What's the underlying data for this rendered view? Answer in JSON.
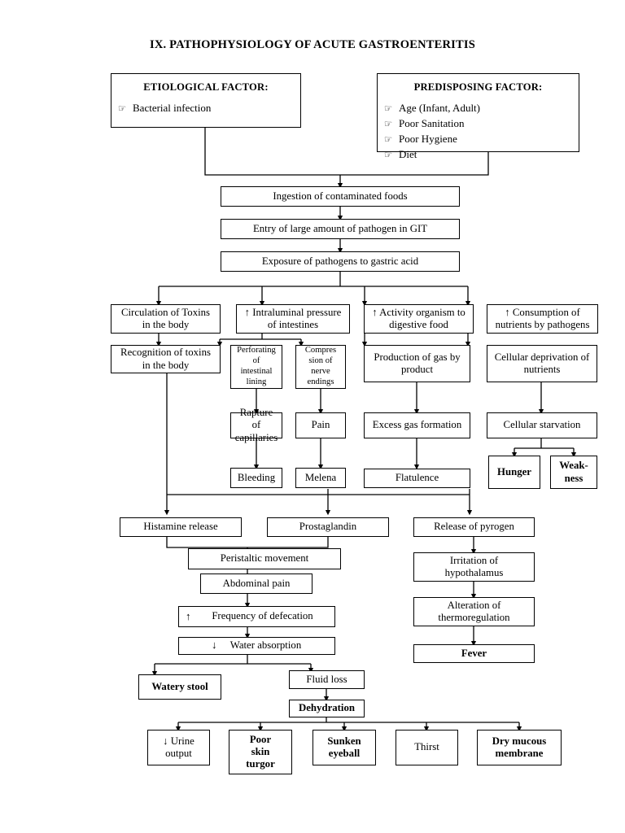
{
  "title": "IX. PATHOPHYSIOLOGY OF ACUTE GASTROENTERITIS",
  "bullet_glyph": "☞",
  "panels": {
    "etiological": {
      "caption": "ETIOLOGICAL FACTOR:",
      "items": [
        "Bacterial infection"
      ]
    },
    "predisposing": {
      "caption": "PREDISPOSING FACTOR:",
      "items": [
        "Age (Infant, Adult)",
        "Poor Sanitation",
        "Poor Hygiene",
        "Diet"
      ]
    }
  },
  "nodes": {
    "ingestion": "Ingestion of contaminated foods",
    "entry": "Entry of large amount of pathogen in GIT",
    "exposure": "Exposure of pathogens to gastric acid",
    "circulation": "Circulation of Toxins\nin the body",
    "intraluminal": "↑ Intraluminal pressure\nof intestines",
    "activity": "↑ Activity organism to\ndigestive food",
    "consumption": "↑ Consumption of\nnutrients by pathogens",
    "recognition": "Recognition of toxins\nin the body",
    "perforating": "Perforating\nof\nintestinal\nlining",
    "compression": "Compres\nsion of\nnerve\nendings",
    "production_gas": "Production of gas by\nproduct",
    "cellular_deprivation": "Cellular deprivation of\nnutrients",
    "rapture": "Rapture of\ncapillaries",
    "pain": "Pain",
    "excess_gas": "Excess gas formation",
    "cellular_starvation": "Cellular starvation",
    "bleeding": "Bleeding",
    "melena": "Melena",
    "flatulence": "Flatulence",
    "hunger": "Hunger",
    "weakness": "Weak-\nness",
    "histamine": "Histamine release",
    "prostaglandin": "Prostaglandin",
    "pyrogen": "Release of pyrogen",
    "peristaltic": "Peristaltic movement",
    "abdominal_pain": "Abdominal pain",
    "frequency": "Frequency of defecation",
    "frequency_arrow": "↑",
    "water_absorption": "Water absorption",
    "water_absorption_arrow": "↓",
    "irritation": "Irritation of\nhypothalamus",
    "alteration": "Alteration of\nthermoregulation",
    "fever": "Fever",
    "watery_stool": "Watery stool",
    "fluid_loss": "Fluid loss",
    "dehydration": "Dehydration",
    "urine_output": "↓ Urine\noutput",
    "poor_skin_turgor": "Poor\nskin\nturgor",
    "sunken_eyeball": "Sunken\neyeball",
    "thirst": "Thirst",
    "dry_mucous": "Dry mucous\nmembrane"
  },
  "colors": {
    "line": "#000000",
    "background": "#ffffff",
    "text": "#000000"
  }
}
